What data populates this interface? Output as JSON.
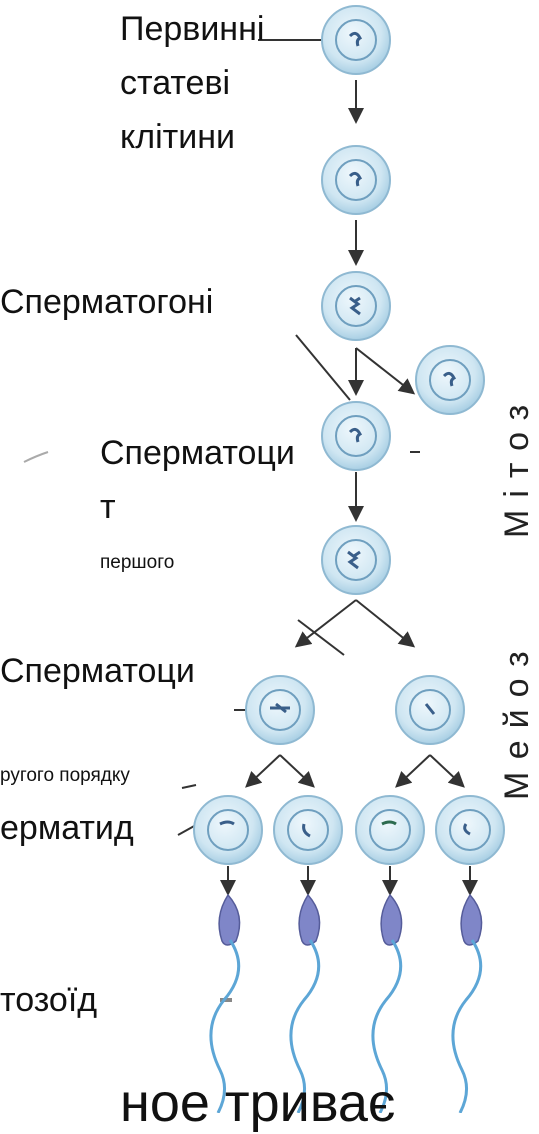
{
  "labels": {
    "primary_line1": "Первинні",
    "primary_line2": "статеві",
    "primary_line3": "клітини",
    "spermatogonia": "Сперматогоні",
    "spermatocyte1_line1": "Сперматоци",
    "spermatocyte1_line2": "т",
    "spermatocyte1_line3": "першого",
    "spermatocyte2_line1": "Сперматоци",
    "spermatocyte2_line2": "ругого порядку",
    "spermatid": "ерматид",
    "spermatozoid": "тозоїд",
    "bottom_text": "ное триває"
  },
  "phases": {
    "mitosis": "Мітоз",
    "meiosis": "Мейоз"
  },
  "colors": {
    "cell_fill": "#cfe6f2",
    "cell_edge": "#8fb9d2",
    "nucleus": "#3a5f8a",
    "sperm_head": "#7f86c8",
    "tail": "#5da6d6"
  }
}
